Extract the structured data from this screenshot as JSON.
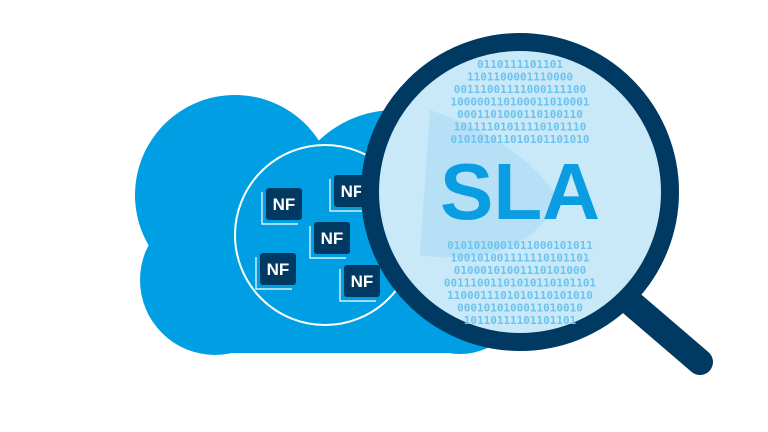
{
  "colors": {
    "cloud": "#009fe3",
    "dark": "#003a63",
    "lens": "#c9e8f8",
    "binary": "#6cc4ee",
    "white": "#ffffff"
  },
  "nodes": [
    {
      "label": "NF"
    },
    {
      "label": "NF"
    },
    {
      "label": "NF"
    },
    {
      "label": "NF"
    },
    {
      "label": "NF"
    }
  ],
  "magnifier": {
    "label": "SLA",
    "binary_lines": [
      "0110111101101",
      "1101100001110000",
      "00111001111000111100",
      "100000110100011010001",
      "0001101000110100110",
      "10111101011110101110",
      "010101011010101101010",
      "0101010001011000101011",
      "100101001111110101101",
      "01000101001110101000",
      "00111001101010110101101",
      "1100011101010110101010",
      "0001010100011010010",
      "10110111101101101"
    ]
  }
}
